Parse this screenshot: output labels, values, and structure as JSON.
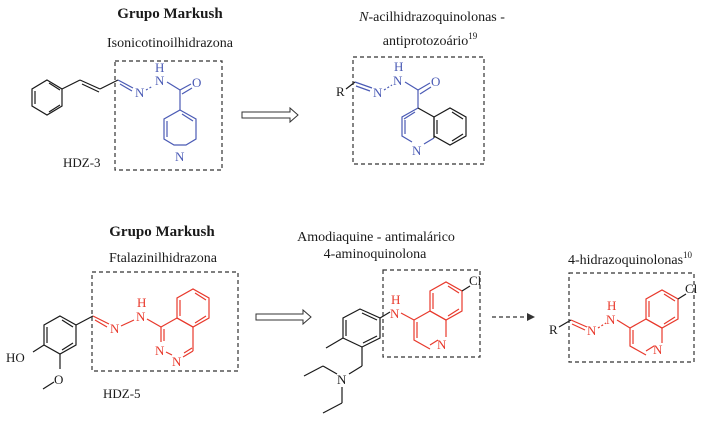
{
  "colors": {
    "black": "#1a1a1a",
    "blue": "#4b5bb5",
    "red": "#e8392c"
  },
  "top_left": {
    "title": "Grupo Markush",
    "subtitle": "Isonicotinoilhidrazona",
    "compound_label": "HDZ-3",
    "atoms": {
      "H": "H",
      "N1": "N",
      "N2": "N",
      "O": "O",
      "N_ring": "N"
    }
  },
  "top_right": {
    "title_italic": "N",
    "title_rest": "-acilhidrazoquinolonas -",
    "subtitle": "antiprotozoário",
    "reference": "19",
    "atoms": {
      "R": "R",
      "H": "H",
      "N1": "N",
      "N2": "N",
      "O": "O",
      "N_ring": "N"
    }
  },
  "bottom_left": {
    "title": "Grupo Markush",
    "subtitle": "Ftalazinilhidrazona",
    "compound_label": "HDZ-5",
    "atoms": {
      "HO": "HO",
      "O": "O",
      "H": "H",
      "N1": "N",
      "N2": "N",
      "N3": "N",
      "N4": "N"
    }
  },
  "bottom_middle": {
    "title": "Amodiaquine - antimalárico",
    "subtitle": "4-aminoquinolona",
    "atoms": {
      "H": "H",
      "N_amine": "N",
      "N_ring": "N",
      "Cl": "Cl",
      "N_diethyl": "N"
    }
  },
  "bottom_right": {
    "title": "4-hidrazoquinolonas",
    "reference": "10",
    "atoms": {
      "R": "R",
      "H": "H",
      "N1": "N",
      "N2": "N",
      "N_ring": "N",
      "Cl": "Cl"
    }
  }
}
